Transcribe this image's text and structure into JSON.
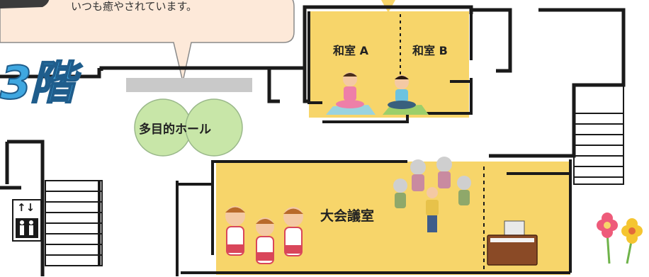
{
  "callout": {
    "text": "いつも癒やされています。"
  },
  "floor_label": "3階",
  "rooms": {
    "washitsu_a": "和室 A",
    "washitsu_b": "和室 B",
    "hall": "多目的ホール",
    "conference": "大会議室"
  },
  "elevator": {
    "arrows": "↑↓"
  },
  "colors": {
    "room_fill": "#f7d56a",
    "wall": "#1a1a1a",
    "hall_circle": "#c8e6a8",
    "bubble": "#fde9d9",
    "floor_label": "#3fa7e0"
  }
}
